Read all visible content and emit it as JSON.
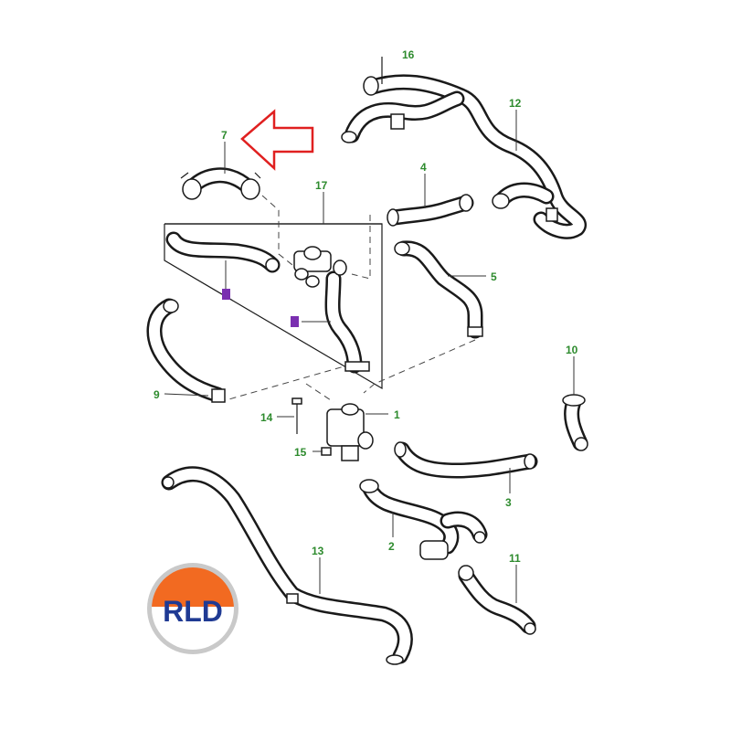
{
  "callouts": [
    {
      "id": "c1",
      "label": "1"
    },
    {
      "id": "c2",
      "label": "2"
    },
    {
      "id": "c3",
      "label": "3"
    },
    {
      "id": "c4",
      "label": "4"
    },
    {
      "id": "c5",
      "label": "5"
    },
    {
      "id": "c7",
      "label": "7"
    },
    {
      "id": "c9",
      "label": "9"
    },
    {
      "id": "c10",
      "label": "10"
    },
    {
      "id": "c11",
      "label": "11"
    },
    {
      "id": "c12",
      "label": "12"
    },
    {
      "id": "c13",
      "label": "13"
    },
    {
      "id": "c14",
      "label": "14"
    },
    {
      "id": "c15",
      "label": "15"
    },
    {
      "id": "c16",
      "label": "16"
    },
    {
      "id": "c17",
      "label": "17"
    }
  ],
  "colors": {
    "callout": "#2e8b2e",
    "arrow": "#e02020",
    "marker": "#7a2fb0",
    "logo_top": "#f26a21",
    "logo_bottom": "#ffffff",
    "logo_ring": "#c9c9c9",
    "logo_text": "#1f3a93"
  },
  "logo": {
    "text": "RLD"
  }
}
